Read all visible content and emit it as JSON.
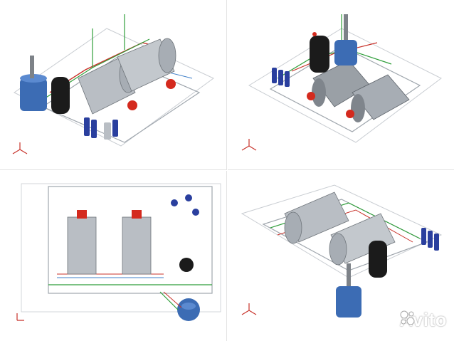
{
  "panels": [
    {
      "id": "view-1",
      "kind": "isometric"
    },
    {
      "id": "view-2",
      "kind": "isometric"
    },
    {
      "id": "plan",
      "kind": "plan"
    },
    {
      "id": "view-4",
      "kind": "isometric"
    }
  ],
  "colors": {
    "boiler_body": "#b9bec4",
    "boiler_shade": "#8e949b",
    "burner_red": "#d42a1e",
    "tank_blue": "#3c6cb4",
    "tank_black": "#1b1b1b",
    "filter_blue": "#2a3f9e",
    "pipe_green": "#2f9e3a",
    "pipe_red": "#c8322a",
    "pipe_blue": "#3f7fc8",
    "frame_grey": "#9fa6ad",
    "chimney": "#7d8288"
  },
  "watermark": {
    "text": "Avito",
    "icon": "avito-dots-icon"
  }
}
